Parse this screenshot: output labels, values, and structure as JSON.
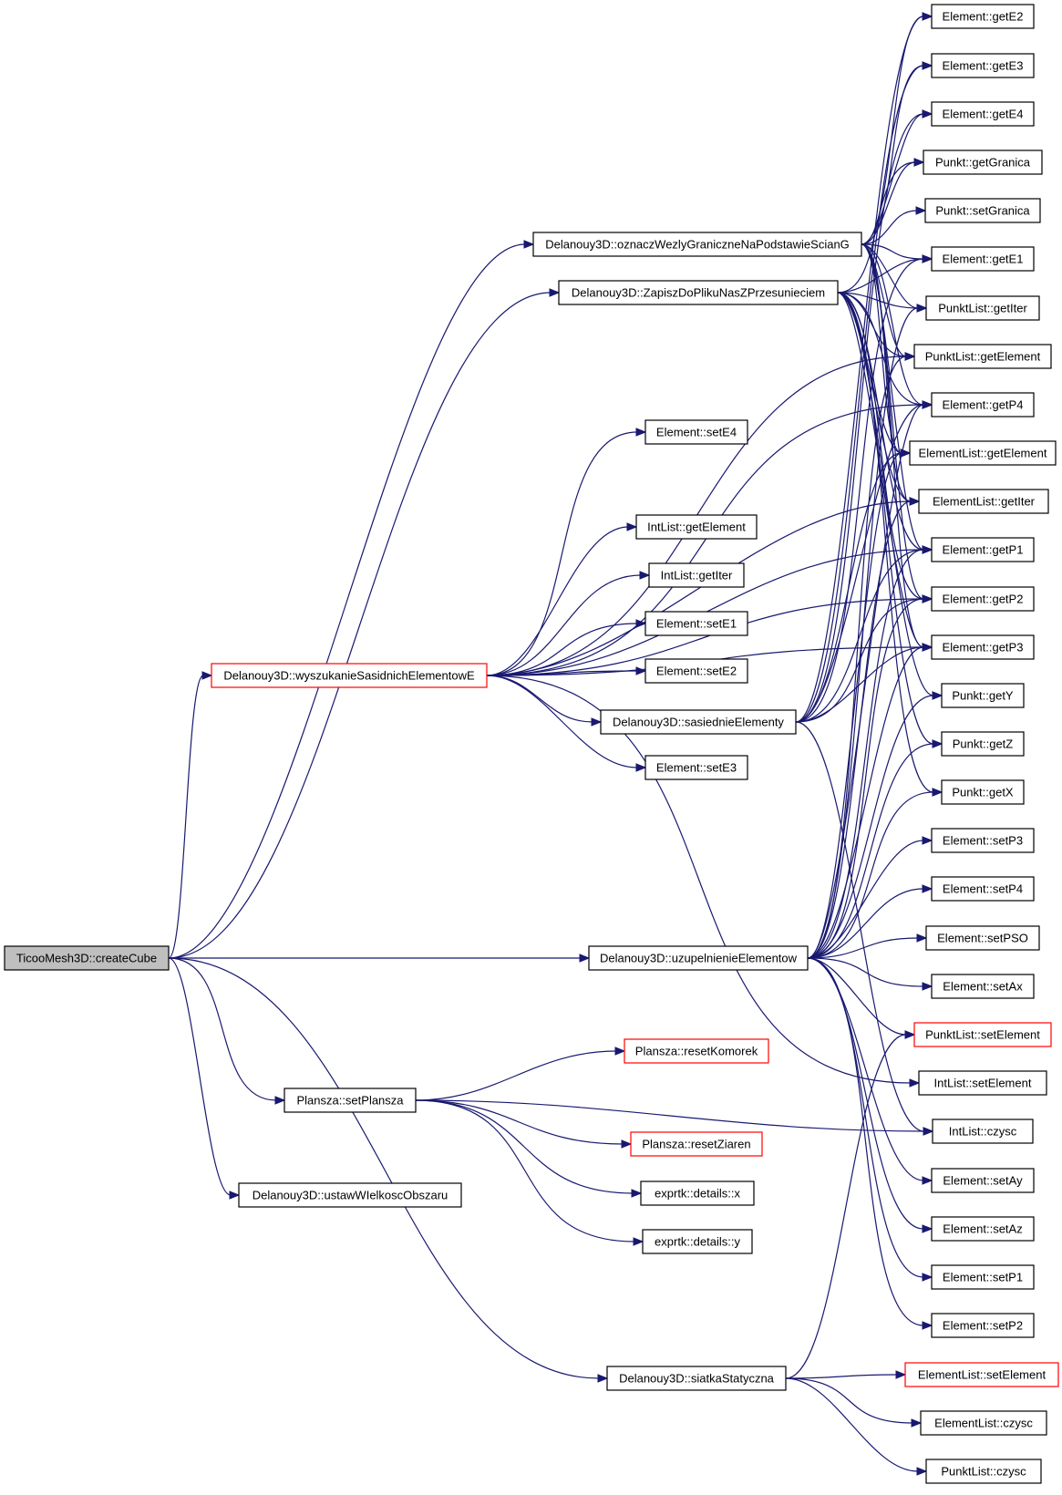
{
  "graph": {
    "line_color": "#191970",
    "highlight_border": "#ff0000",
    "root_fill": "#bfbfbf",
    "nodes": [
      {
        "id": "createCube",
        "label": "TicooMesh3D::createCube",
        "style": "root"
      },
      {
        "id": "oznacz",
        "label": "Delanouy3D::oznaczWezlyGraniczneNaPodstawieScianG",
        "style": "normal"
      },
      {
        "id": "zapisz",
        "label": "Delanouy3D::ZapiszDoPlikuNasZPrzesunieciem",
        "style": "normal"
      },
      {
        "id": "wyszuk",
        "label": "Delanouy3D::wyszukanieSasidnichElementowE",
        "style": "red"
      },
      {
        "id": "sasiednie",
        "label": "Delanouy3D::sasiednieElementy",
        "style": "normal"
      },
      {
        "id": "uzup",
        "label": "Delanouy3D::uzupelnienieElementow",
        "style": "normal"
      },
      {
        "id": "setPlansza",
        "label": "Plansza::setPlansza",
        "style": "normal"
      },
      {
        "id": "ustaw",
        "label": "Delanouy3D::ustawWIelkoscObszaru",
        "style": "normal"
      },
      {
        "id": "siatka",
        "label": "Delanouy3D::siatkaStatyczna",
        "style": "normal"
      },
      {
        "id": "setE4",
        "label": "Element::setE4",
        "style": "normal"
      },
      {
        "id": "ilGetEl",
        "label": "IntList::getElement",
        "style": "normal"
      },
      {
        "id": "ilGetIter",
        "label": "IntList::getIter",
        "style": "normal"
      },
      {
        "id": "setE1",
        "label": "Element::setE1",
        "style": "normal"
      },
      {
        "id": "setE2",
        "label": "Element::setE2",
        "style": "normal"
      },
      {
        "id": "setE3",
        "label": "Element::setE3",
        "style": "normal"
      },
      {
        "id": "resetKom",
        "label": "Plansza::resetKomorek",
        "style": "red"
      },
      {
        "id": "resetZia",
        "label": "Plansza::resetZiaren",
        "style": "red"
      },
      {
        "id": "detX",
        "label": "exprtk::details::x",
        "style": "normal"
      },
      {
        "id": "detY",
        "label": "exprtk::details::y",
        "style": "normal"
      },
      {
        "id": "getE2",
        "label": "Element::getE2",
        "style": "normal"
      },
      {
        "id": "getE3",
        "label": "Element::getE3",
        "style": "normal"
      },
      {
        "id": "getE4",
        "label": "Element::getE4",
        "style": "normal"
      },
      {
        "id": "getGran",
        "label": "Punkt::getGranica",
        "style": "normal"
      },
      {
        "id": "setGran",
        "label": "Punkt::setGranica",
        "style": "normal"
      },
      {
        "id": "getE1",
        "label": "Element::getE1",
        "style": "normal"
      },
      {
        "id": "plGetIter",
        "label": "PunktList::getIter",
        "style": "normal"
      },
      {
        "id": "plGetEl",
        "label": "PunktList::getElement",
        "style": "normal"
      },
      {
        "id": "getP4",
        "label": "Element::getP4",
        "style": "normal"
      },
      {
        "id": "elGetEl",
        "label": "ElementList::getElement",
        "style": "normal"
      },
      {
        "id": "elGetIter",
        "label": "ElementList::getIter",
        "style": "normal"
      },
      {
        "id": "getP1",
        "label": "Element::getP1",
        "style": "normal"
      },
      {
        "id": "getP2",
        "label": "Element::getP2",
        "style": "normal"
      },
      {
        "id": "getP3",
        "label": "Element::getP3",
        "style": "normal"
      },
      {
        "id": "getY",
        "label": "Punkt::getY",
        "style": "normal"
      },
      {
        "id": "getZ",
        "label": "Punkt::getZ",
        "style": "normal"
      },
      {
        "id": "getX",
        "label": "Punkt::getX",
        "style": "normal"
      },
      {
        "id": "setP3",
        "label": "Element::setP3",
        "style": "normal"
      },
      {
        "id": "setP4",
        "label": "Element::setP4",
        "style": "normal"
      },
      {
        "id": "setPSO",
        "label": "Element::setPSO",
        "style": "normal"
      },
      {
        "id": "setAx",
        "label": "Element::setAx",
        "style": "normal"
      },
      {
        "id": "plSetEl",
        "label": "PunktList::setElement",
        "style": "red"
      },
      {
        "id": "ilSetEl",
        "label": "IntList::setElement",
        "style": "normal"
      },
      {
        "id": "ilCzysc",
        "label": "IntList::czysc",
        "style": "normal"
      },
      {
        "id": "setAy",
        "label": "Element::setAy",
        "style": "normal"
      },
      {
        "id": "setAz",
        "label": "Element::setAz",
        "style": "normal"
      },
      {
        "id": "setP1",
        "label": "Element::setP1",
        "style": "normal"
      },
      {
        "id": "setP2",
        "label": "Element::setP2",
        "style": "normal"
      },
      {
        "id": "elSetEl",
        "label": "ElementList::setElement",
        "style": "red"
      },
      {
        "id": "elCzysc",
        "label": "ElementList::czysc",
        "style": "normal"
      },
      {
        "id": "plCzysc",
        "label": "PunktList::czysc",
        "style": "normal"
      }
    ],
    "edges": [
      [
        "createCube",
        "oznacz"
      ],
      [
        "createCube",
        "zapisz"
      ],
      [
        "createCube",
        "wyszuk"
      ],
      [
        "createCube",
        "uzup"
      ],
      [
        "createCube",
        "setPlansza"
      ],
      [
        "createCube",
        "ustaw"
      ],
      [
        "createCube",
        "siatka"
      ],
      [
        "oznacz",
        "getE2"
      ],
      [
        "oznacz",
        "getE3"
      ],
      [
        "oznacz",
        "getE4"
      ],
      [
        "oznacz",
        "getGran"
      ],
      [
        "oznacz",
        "setGran"
      ],
      [
        "oznacz",
        "getE1"
      ],
      [
        "oznacz",
        "plGetIter"
      ],
      [
        "oznacz",
        "plGetEl"
      ],
      [
        "oznacz",
        "getP4"
      ],
      [
        "oznacz",
        "elGetEl"
      ],
      [
        "oznacz",
        "elGetIter"
      ],
      [
        "oznacz",
        "getP1"
      ],
      [
        "oznacz",
        "getP2"
      ],
      [
        "oznacz",
        "getP3"
      ],
      [
        "zapisz",
        "getGran"
      ],
      [
        "zapisz",
        "getE1"
      ],
      [
        "zapisz",
        "plGetIter"
      ],
      [
        "zapisz",
        "plGetEl"
      ],
      [
        "zapisz",
        "getP4"
      ],
      [
        "zapisz",
        "elGetEl"
      ],
      [
        "zapisz",
        "elGetIter"
      ],
      [
        "zapisz",
        "getP1"
      ],
      [
        "zapisz",
        "getP2"
      ],
      [
        "zapisz",
        "getP3"
      ],
      [
        "zapisz",
        "getY"
      ],
      [
        "zapisz",
        "getZ"
      ],
      [
        "zapisz",
        "getX"
      ],
      [
        "wyszuk",
        "setE4"
      ],
      [
        "wyszuk",
        "ilGetEl"
      ],
      [
        "wyszuk",
        "ilGetIter"
      ],
      [
        "wyszuk",
        "setE1"
      ],
      [
        "wyszuk",
        "setE2"
      ],
      [
        "wyszuk",
        "setE3"
      ],
      [
        "wyszuk",
        "sasiednie"
      ],
      [
        "wyszuk",
        "plGetEl"
      ],
      [
        "wyszuk",
        "getP4"
      ],
      [
        "wyszuk",
        "elGetIter"
      ],
      [
        "wyszuk",
        "getP1"
      ],
      [
        "wyszuk",
        "getP2"
      ],
      [
        "wyszuk",
        "getP3"
      ],
      [
        "wyszuk",
        "ilSetEl"
      ],
      [
        "sasiednie",
        "getE2"
      ],
      [
        "sasiednie",
        "getE3"
      ],
      [
        "sasiednie",
        "getE4"
      ],
      [
        "sasiednie",
        "getE1"
      ],
      [
        "sasiednie",
        "getP4"
      ],
      [
        "sasiednie",
        "elGetEl"
      ],
      [
        "sasiednie",
        "getP1"
      ],
      [
        "sasiednie",
        "getP2"
      ],
      [
        "sasiednie",
        "getP3"
      ],
      [
        "sasiednie",
        "ilCzysc"
      ],
      [
        "uzup",
        "plGetIter"
      ],
      [
        "uzup",
        "plGetEl"
      ],
      [
        "uzup",
        "getP4"
      ],
      [
        "uzup",
        "elGetEl"
      ],
      [
        "uzup",
        "elGetIter"
      ],
      [
        "uzup",
        "getP1"
      ],
      [
        "uzup",
        "getP2"
      ],
      [
        "uzup",
        "getP3"
      ],
      [
        "uzup",
        "getY"
      ],
      [
        "uzup",
        "getZ"
      ],
      [
        "uzup",
        "getX"
      ],
      [
        "uzup",
        "setP3"
      ],
      [
        "uzup",
        "setP4"
      ],
      [
        "uzup",
        "setPSO"
      ],
      [
        "uzup",
        "setAx"
      ],
      [
        "uzup",
        "plSetEl"
      ],
      [
        "uzup",
        "setAy"
      ],
      [
        "uzup",
        "setAz"
      ],
      [
        "uzup",
        "setP1"
      ],
      [
        "uzup",
        "setP2"
      ],
      [
        "setPlansza",
        "resetKom"
      ],
      [
        "setPlansza",
        "resetZia"
      ],
      [
        "setPlansza",
        "detX"
      ],
      [
        "setPlansza",
        "detY"
      ],
      [
        "setPlansza",
        "ilCzysc"
      ],
      [
        "siatka",
        "plSetEl"
      ],
      [
        "siatka",
        "elSetEl"
      ],
      [
        "siatka",
        "elCzysc"
      ],
      [
        "siatka",
        "plCzysc"
      ]
    ]
  }
}
